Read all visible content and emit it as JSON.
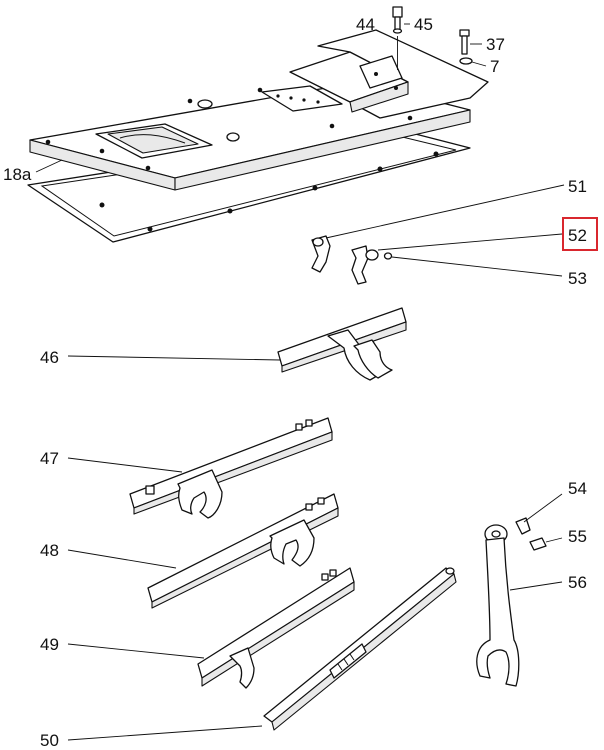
{
  "diagram": {
    "labels": {
      "l44": "44",
      "l45": "45",
      "l37": "37",
      "l7": "7",
      "l18a": "18a",
      "l51": "51",
      "l52": "52",
      "l53": "53",
      "l46": "46",
      "l47": "47",
      "l48": "48",
      "l49": "49",
      "l50": "50",
      "l54": "54",
      "l55": "55",
      "l56": "56"
    },
    "highlighted_label": "52",
    "highlight_color": "#d9272e"
  }
}
